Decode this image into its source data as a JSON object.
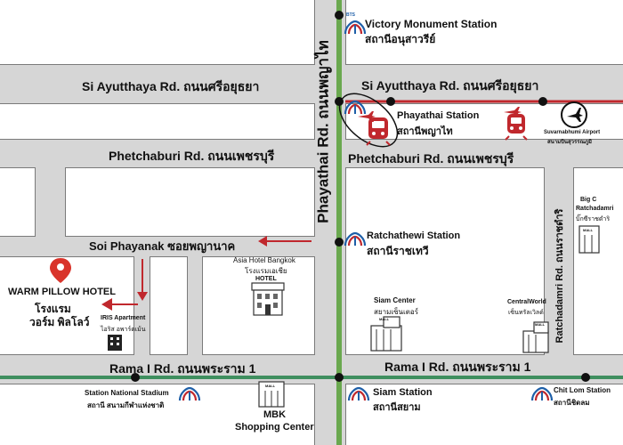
{
  "colors": {
    "road_fill": "#d6d6d6",
    "block_border": "#7a7a7a",
    "bts_sukhumvit": "#6aa84f",
    "bts_silom": "#3f8f5f",
    "airport_link": "#c0282d",
    "arrow_red": "#c0282d",
    "pin_red": "#d9342b"
  },
  "roads": {
    "si_ayutthaya_left": "Si Ayutthaya Rd. ถนนศรีอยุธยา",
    "si_ayutthaya_right": "Si Ayutthaya Rd. ถนนศรีอยุธยา",
    "phetchaburi_left": "Phetchaburi Rd. ถนนเพชรบุรี",
    "phetchaburi_right": "Phetchaburi Rd. ถนนเพชรบุรี",
    "phayathai_vertical": "Phayathai Rd. ถนนพญาไท",
    "soi_phayanak": "Soi Phayanak ซอยพญานาค",
    "rama1_left": "Rama I Rd. ถนนพระราม 1",
    "rama1_right": "Rama I Rd. ถนนพระราม 1",
    "ratchadamri_vertical": "Ratchadamri Rd. ถนนราชดำริ"
  },
  "stations": {
    "victory_monument_en": "Victory Monument Station",
    "victory_monument_th": "สถานีอนุสาวรีย์",
    "phayathai_en": "Phayathai Station",
    "phayathai_th": "สถานีพญาไท",
    "ratchathewi_en": "Ratchathewi Station",
    "ratchathewi_th": "สถานีราชเทวี",
    "national_stadium_en": "Station National Stadium",
    "national_stadium_th": "สถานี สนามกีฬาแห่งชาติ",
    "siam_en": "Siam Station",
    "siam_th": "สถานีสยาม",
    "chit_lom_en": "Chit Lom Station",
    "chit_lom_th": "สถานีชิดลม",
    "bts_badge": "BTS"
  },
  "airport": {
    "name_en": "Suvarnabhumi Airport",
    "name_th": "สนามบินสุวรรณภูมิ"
  },
  "places": {
    "hotel_en": "WARM PILLOW HOTEL",
    "hotel_th_1": "โรงแรม",
    "hotel_th_2": "วอร์ม พิลโลว์",
    "asia_hotel_en": "Asia Hotel Bangkok",
    "asia_hotel_th": "โรงแรมเอเชีย",
    "asia_hotel_sign": "HOTEL",
    "iris_en": "IRIS Apartment",
    "iris_th": "ไอริส อพาร์ตเม้น",
    "siam_center_en": "Siam Center",
    "siam_center_th": "สยามเซ็นเตอร์",
    "centralworld_en": "CentralWorld",
    "centralworld_th": "เซ็นทรัลเวิลด์",
    "bigc_en_1": "Big C",
    "bigc_en_2": "Ratchadamri",
    "bigc_th": "บิ๊กซีราชดำริ",
    "mbk_1": "MBK",
    "mbk_2": "Shopping Center",
    "mall_sign": "MALL"
  }
}
